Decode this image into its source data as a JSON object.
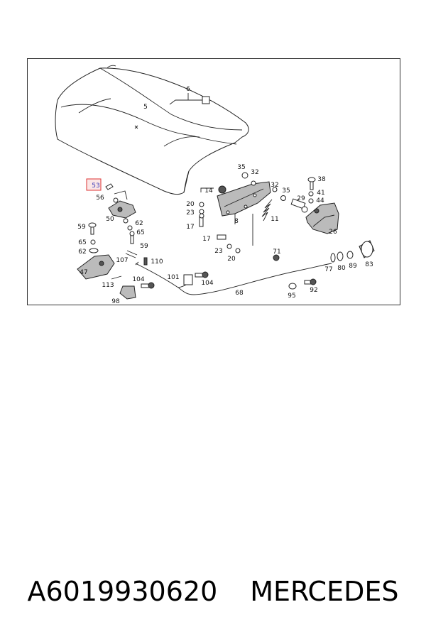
{
  "diagram": {
    "highlighted_part": "53",
    "labels": [
      {
        "id": "6",
        "text": "6"
      },
      {
        "id": "5",
        "text": "5"
      },
      {
        "id": "35a",
        "text": "35"
      },
      {
        "id": "32a",
        "text": "32"
      },
      {
        "id": "38",
        "text": "38"
      },
      {
        "id": "14",
        "text": "14"
      },
      {
        "id": "32b",
        "text": "32"
      },
      {
        "id": "41",
        "text": "41"
      },
      {
        "id": "35b",
        "text": "35"
      },
      {
        "id": "29",
        "text": "29"
      },
      {
        "id": "44",
        "text": "44"
      },
      {
        "id": "20a",
        "text": "20"
      },
      {
        "id": "23a",
        "text": "23"
      },
      {
        "id": "8",
        "text": "8"
      },
      {
        "id": "11",
        "text": "11"
      },
      {
        "id": "26",
        "text": "26"
      },
      {
        "id": "17a",
        "text": "17"
      },
      {
        "id": "17b",
        "text": "17"
      },
      {
        "id": "23b",
        "text": "23"
      },
      {
        "id": "20b",
        "text": "20"
      },
      {
        "id": "71",
        "text": "71"
      },
      {
        "id": "53",
        "text": "53"
      },
      {
        "id": "56",
        "text": "56"
      },
      {
        "id": "50",
        "text": "50"
      },
      {
        "id": "59a",
        "text": "59"
      },
      {
        "id": "62a",
        "text": "62"
      },
      {
        "id": "65a",
        "text": "65"
      },
      {
        "id": "65b",
        "text": "65"
      },
      {
        "id": "62b",
        "text": "62"
      },
      {
        "id": "59b",
        "text": "59"
      },
      {
        "id": "107",
        "text": "107"
      },
      {
        "id": "110",
        "text": "110"
      },
      {
        "id": "47",
        "text": "47"
      },
      {
        "id": "101",
        "text": "101"
      },
      {
        "id": "104a",
        "text": "104"
      },
      {
        "id": "104b",
        "text": "104"
      },
      {
        "id": "113",
        "text": "113"
      },
      {
        "id": "98",
        "text": "98"
      },
      {
        "id": "68",
        "text": "68"
      },
      {
        "id": "77",
        "text": "77"
      },
      {
        "id": "80",
        "text": "80"
      },
      {
        "id": "89",
        "text": "89"
      },
      {
        "id": "83",
        "text": "83"
      },
      {
        "id": "95",
        "text": "95"
      },
      {
        "id": "92",
        "text": "92"
      }
    ]
  },
  "caption": {
    "part_number": "A6019930620",
    "brand": "MERCEDES"
  }
}
